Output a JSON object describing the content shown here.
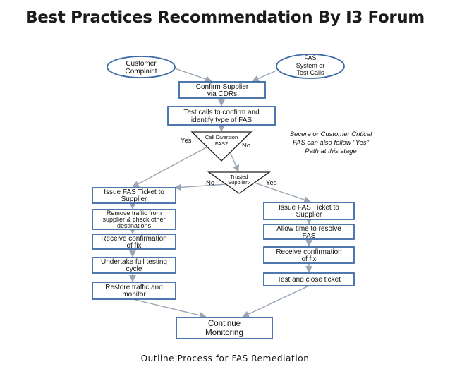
{
  "title": "Best Practices Recommendation By I3 Forum",
  "caption": "Outline Process for FAS Remediation",
  "nodes": {
    "customer_complaint": [
      "Customer",
      "Complaint"
    ],
    "fas_system": [
      "FAS",
      "System or",
      "Test Calls"
    ],
    "confirm_supplier": [
      "Confirm Supplier",
      "via CDRs"
    ],
    "test_calls": [
      "Test calls to confirm  and",
      "identify type of FAS"
    ],
    "call_diversion": [
      "Call Diversion",
      "FAS?"
    ],
    "trusted_supplier": [
      "Trusted",
      "Supplier?"
    ],
    "left_issue_ticket": [
      "Issue FAS Ticket to",
      "Supplier"
    ],
    "remove_traffic": [
      "Remove traffic from",
      "supplier  & check other",
      "destinations"
    ],
    "left_receive_confirm": [
      "Receive confirmation",
      "of fix"
    ],
    "undertake_testing": [
      "Undertake  full testing",
      "cycle"
    ],
    "restore_traffic": [
      "Restore traffic and",
      "monitor"
    ],
    "right_issue_ticket": [
      "Issue FAS Ticket to",
      "Supplier"
    ],
    "allow_time": [
      "Allow time to resolve",
      "FAS"
    ],
    "right_receive_confirm": [
      "Receive confirmation",
      "of fix"
    ],
    "test_close": [
      "Test and close ticket"
    ],
    "continue_monitoring": [
      "Continue",
      "Monitoring"
    ]
  },
  "labels": {
    "diversion_yes": "Yes",
    "diversion_no": "No",
    "trusted_no": "No",
    "trusted_yes": "Yes"
  },
  "note": [
    "Severe or Customer Critical",
    "FAS can also follow \"Yes\"",
    "Path at this stage"
  ]
}
